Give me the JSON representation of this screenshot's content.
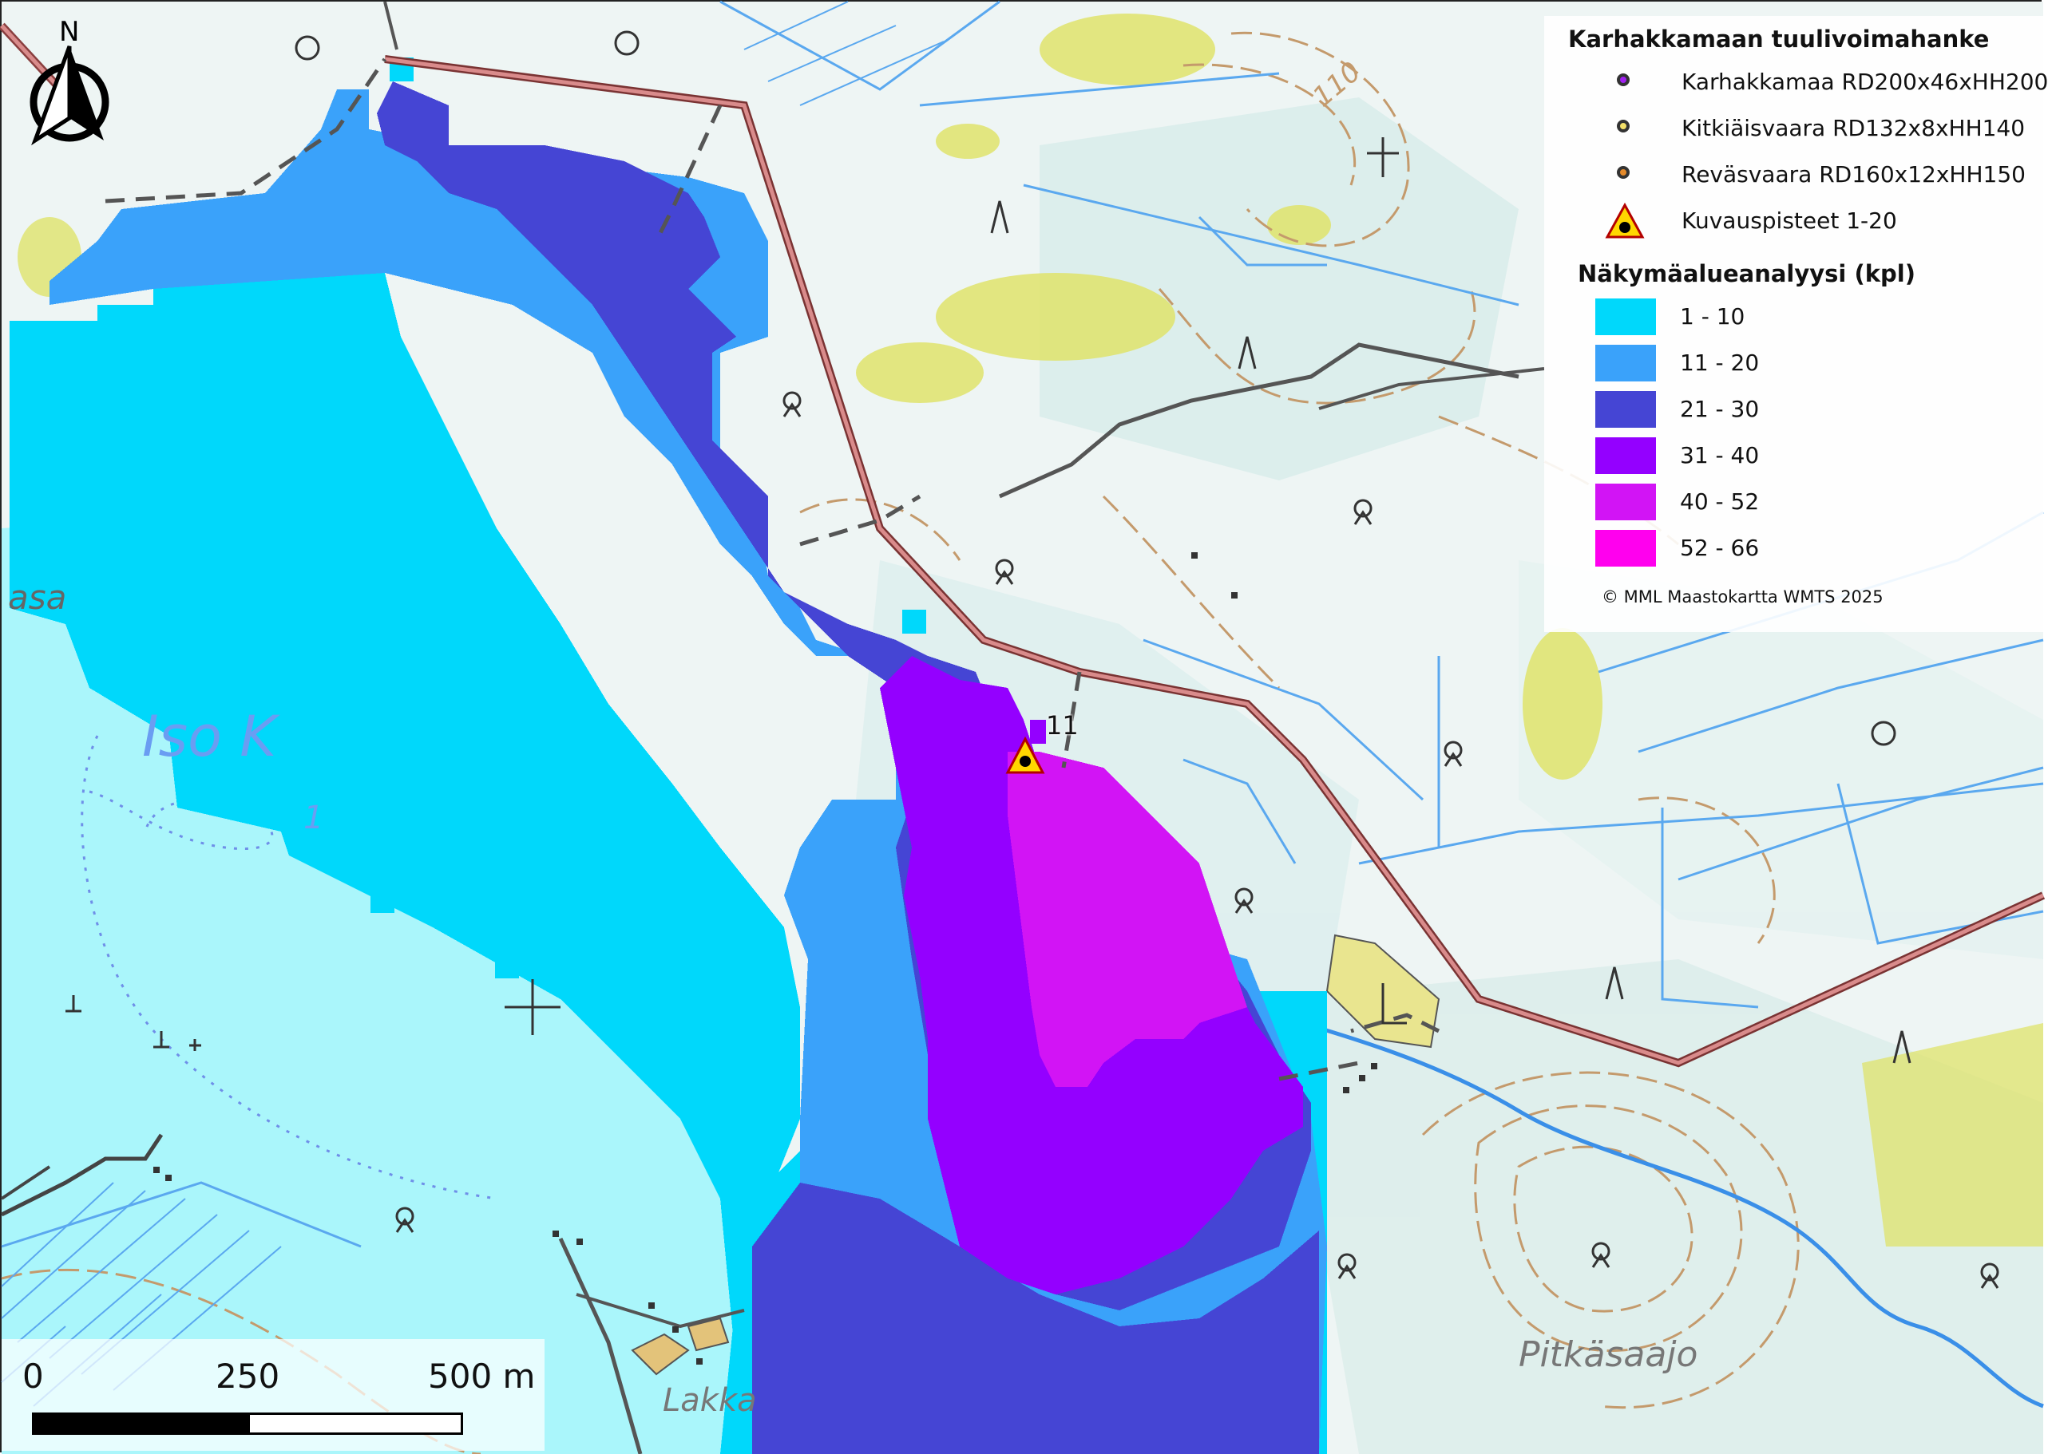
{
  "legend": {
    "title": "Karhakkamaan tuulivoimahanke",
    "points": [
      {
        "label": "Karhakkamaa RD200x46xHH200",
        "color": "#a020f0"
      },
      {
        "label": "Kitkiäisvaara RD132x8xHH140",
        "color": "#f3e06a"
      },
      {
        "label": "Reväsvaara RD160x12xHH150",
        "color": "#e58a2a"
      }
    ],
    "photo_points_label": "Kuvauspisteet 1-20",
    "analysis_title": "Näkymäalueanalyysi (kpl)",
    "classes": [
      {
        "label": "1 - 10",
        "color": "#00d8fb"
      },
      {
        "label": "11 - 20",
        "color": "#3aa2fa"
      },
      {
        "label": "21 - 30",
        "color": "#4545d4"
      },
      {
        "label": "31 - 40",
        "color": "#9400ff"
      },
      {
        "label": "40 - 52",
        "color": "#d214f5"
      },
      {
        "label": "52 - 66",
        "color": "#ff00ee"
      }
    ],
    "copyright": "© MML Maastokartta WMTS 2025"
  },
  "scale_bar": {
    "labels": [
      "0",
      "250",
      "500 m"
    ]
  },
  "north_arrow": {
    "label": "N"
  },
  "photo_point": {
    "label": "11"
  },
  "map_labels": {
    "lake_name": "Iso K",
    "place_south_east": "Pitkäsaajo",
    "place_south": "Lakka",
    "place_west": "asa",
    "contour_value": "110",
    "lake_depth": "1"
  },
  "colors": {
    "water": "#aaf6fb",
    "road": "#c77b7b",
    "field": "#dfe36b",
    "contour": "#c49a6c",
    "stream": "#5aa8ef"
  }
}
